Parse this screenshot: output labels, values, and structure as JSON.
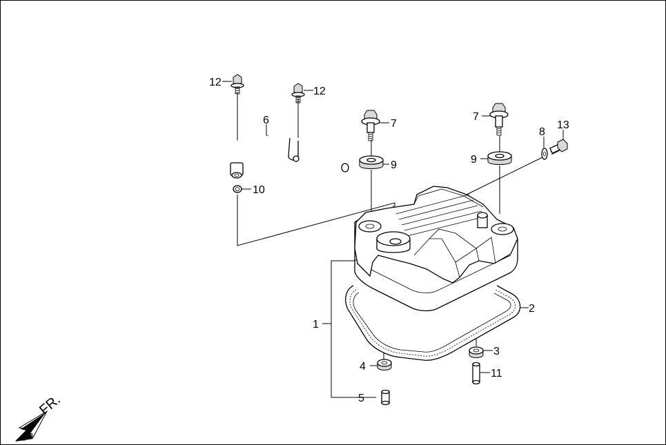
{
  "diagram": {
    "direction_label": "FR.",
    "callouts": [
      {
        "id": "c1",
        "text": "1"
      },
      {
        "id": "c2",
        "text": "2"
      },
      {
        "id": "c3",
        "text": "3"
      },
      {
        "id": "c4",
        "text": "4"
      },
      {
        "id": "c5",
        "text": "5"
      },
      {
        "id": "c6",
        "text": "6"
      },
      {
        "id": "c7a",
        "text": "7"
      },
      {
        "id": "c7b",
        "text": "7"
      },
      {
        "id": "c8",
        "text": "8"
      },
      {
        "id": "c9a",
        "text": "9"
      },
      {
        "id": "c9b",
        "text": "9"
      },
      {
        "id": "c10",
        "text": "10"
      },
      {
        "id": "c11",
        "text": "11"
      },
      {
        "id": "c12a",
        "text": "12"
      },
      {
        "id": "c12b",
        "text": "12"
      },
      {
        "id": "c13",
        "text": "13"
      }
    ]
  }
}
